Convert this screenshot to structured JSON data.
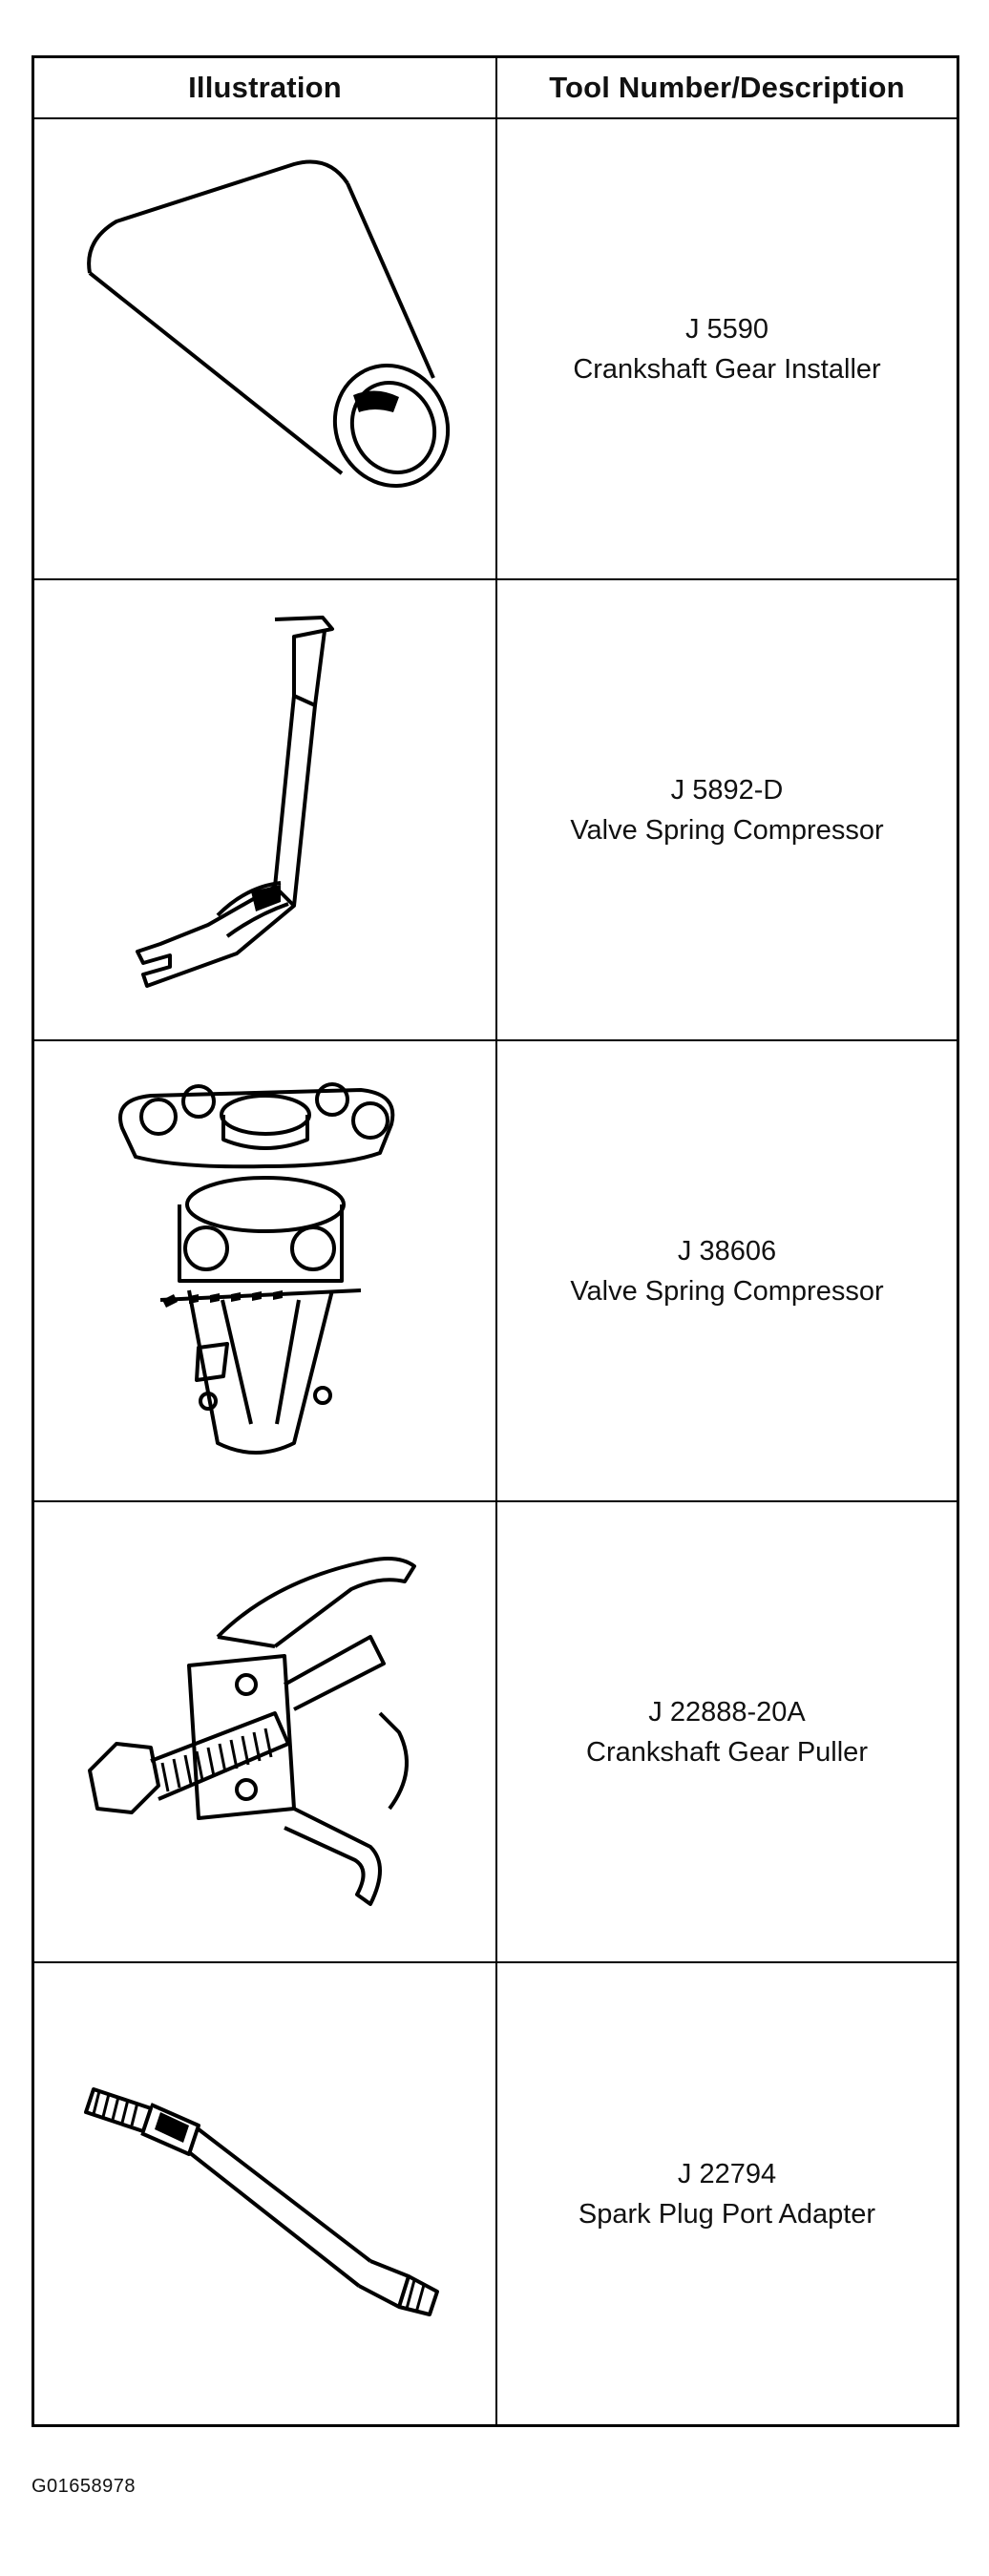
{
  "table": {
    "headers": {
      "illustration": "Illustration",
      "description": "Tool Number/Description"
    },
    "rows": [
      {
        "tool_number": "J 5590",
        "description": "Crankshaft Gear Installer",
        "icon": "cylinder-sleeve-icon"
      },
      {
        "tool_number": "J 5892-D",
        "description": "Valve Spring Compressor",
        "icon": "lever-compressor-icon"
      },
      {
        "tool_number": "J 38606",
        "description": "Valve Spring Compressor",
        "icon": "clamp-compressor-icon"
      },
      {
        "tool_number": "J 22888-20A",
        "description": "Crankshaft Gear Puller",
        "icon": "gear-puller-icon"
      },
      {
        "tool_number": "J 22794",
        "description": "Spark Plug Port Adapter",
        "icon": "adapter-hose-icon"
      }
    ]
  },
  "figure_code": "G01658978"
}
